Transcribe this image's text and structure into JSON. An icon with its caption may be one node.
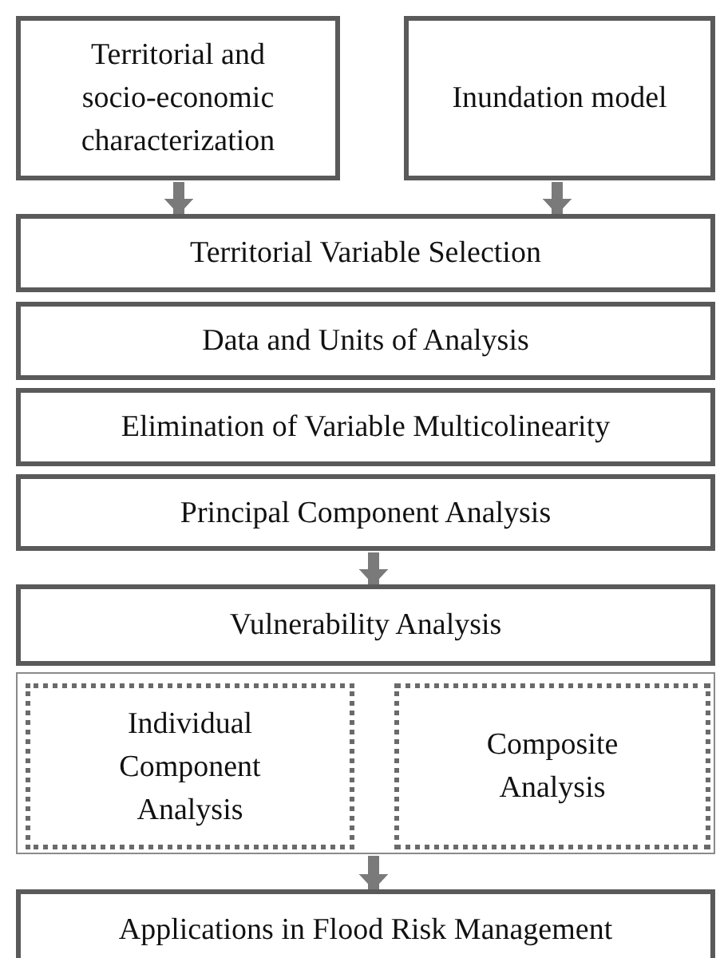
{
  "diagram": {
    "nodes": [
      {
        "text": [
          "Territorial and socio-economic characterization"
        ]
      },
      {
        "text": [
          "Inundation model"
        ]
      },
      {
        "text": [
          "Territorial Variable Selection"
        ]
      },
      {
        "text": [
          "Data and Units of Analysis"
        ]
      },
      {
        "text": [
          "Elimination of Variable Multicolinearity"
        ]
      },
      {
        "text": [
          "Principal Component Analysis"
        ]
      },
      {
        "text": [
          "Vulnerability Analysis"
        ]
      },
      {
        "text": [],
        "shape": "box"
      },
      {
        "text": [
          "Individual Component Analysis"
        ],
        "in": 7
      },
      {
        "text": [
          "Composite Analysis"
        ],
        "in": 7
      },
      {
        "text": [
          "Applications in Flood Risk Management"
        ]
      }
    ],
    "edges": [
      {
        "from": 0,
        "to": 2,
        "arrow": "to"
      },
      {
        "from": 1,
        "to": 2,
        "arrow": "to"
      },
      {
        "from": 5,
        "to": 6,
        "arrow": "to"
      },
      {
        "from": 7,
        "to": 10,
        "arrow": "to"
      }
    ]
  }
}
